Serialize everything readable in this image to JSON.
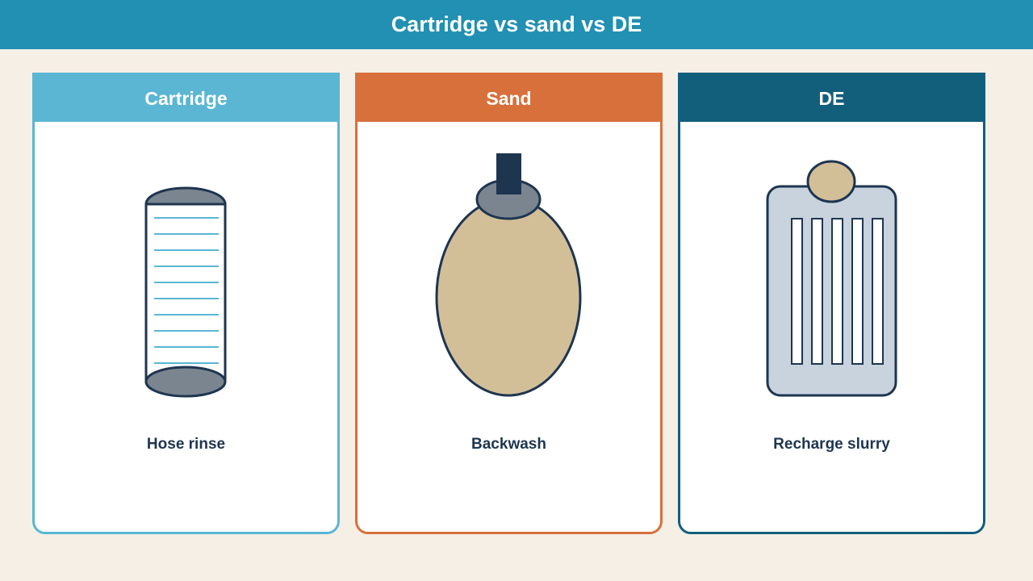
{
  "title": "Cartridge vs sand vs DE",
  "colors": {
    "banner": "#2190b2",
    "background": "#f5efe5",
    "cartridge": "#5bb6d4",
    "sand": "#d8703b",
    "de": "#125f7c",
    "outline": "#1e3550",
    "cap_gray": "#7a8590",
    "sand_fill": "#d2bf98",
    "grid_fill": "#c8d3de"
  },
  "cards": [
    {
      "id": "cartridge",
      "label": "Cartridge",
      "caption": "Hose rinse",
      "icon": "cartridge-filter-icon"
    },
    {
      "id": "sand",
      "label": "Sand",
      "caption": "Backwash",
      "icon": "sand-filter-tank-icon"
    },
    {
      "id": "de",
      "label": "DE",
      "caption": "Recharge slurry",
      "icon": "de-filter-grid-icon"
    }
  ]
}
